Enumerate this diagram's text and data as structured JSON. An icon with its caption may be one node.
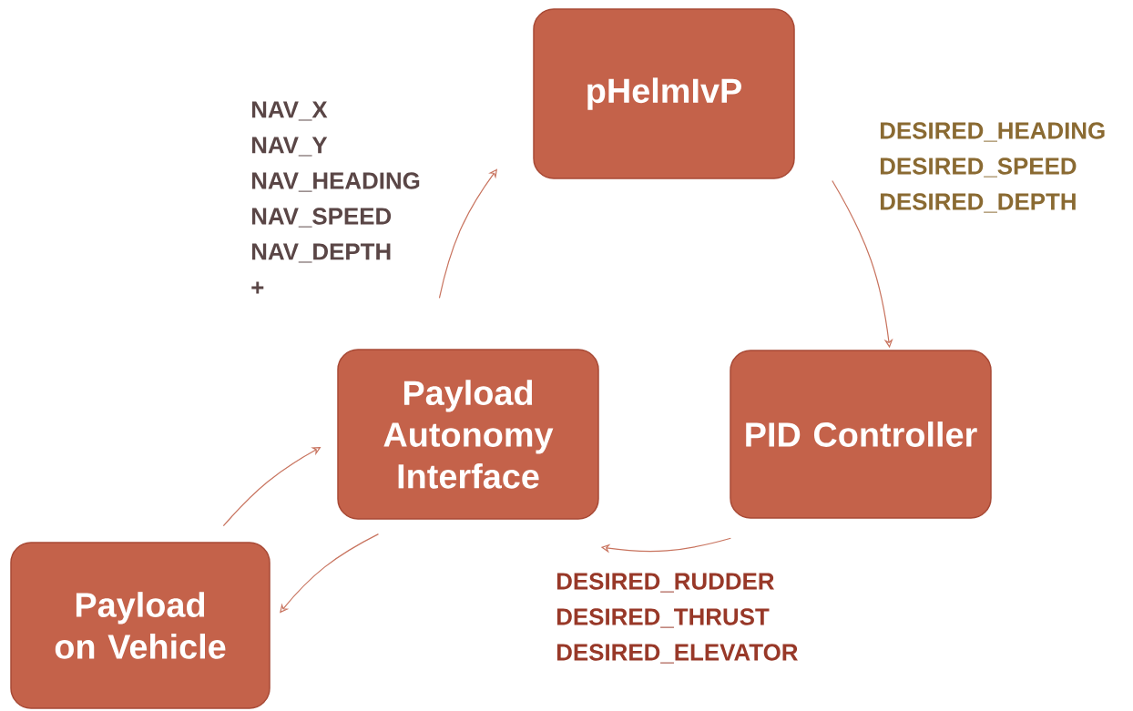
{
  "diagram": {
    "nodes": [
      {
        "text": [
          "pHelmIvP"
        ]
      },
      {
        "text": [
          "Payload Autonomy Interface"
        ]
      },
      {
        "text": [
          "PID Controller"
        ]
      },
      {
        "text": [
          "Payload on Vehicle"
        ]
      }
    ],
    "edges": [
      {
        "from": 0,
        "to": 2,
        "arrow": "to"
      },
      {
        "from": 2,
        "to": 1,
        "arrow": "to"
      },
      {
        "from": 1,
        "to": 0,
        "arrow": "to"
      },
      {
        "from": 3,
        "to": 1,
        "arrow": "to"
      },
      {
        "from": 1,
        "to": 3,
        "arrow": "to"
      }
    ],
    "labels": [
      "NAV_X",
      "NAV_Y",
      "NAV_HEADING",
      "NAV_SPEED",
      "NAV_DEPTH",
      "+",
      "DESIRED_HEADING",
      "DESIRED_SPEED",
      "DESIRED_DEPTH",
      "DESIRED_RUDDER",
      "DESIRED_THRUST",
      "DESIRED_ELEVATOR"
    ]
  }
}
